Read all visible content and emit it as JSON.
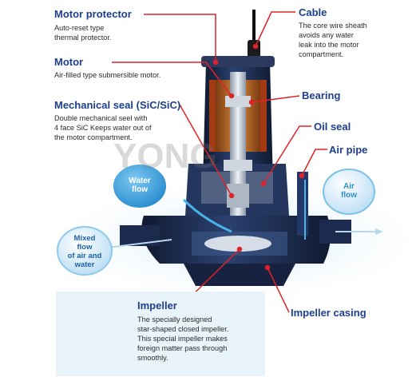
{
  "labels": {
    "motor_protector": {
      "title": "Motor protector",
      "desc": [
        "Auto-reset type",
        "thermal protector."
      ]
    },
    "motor": {
      "title": "Motor",
      "desc": [
        "Air-filled type submersible motor."
      ]
    },
    "mechanical_seal": {
      "title": "Mechanical seal (SiC/SiC)",
      "desc": [
        "Double mechanical seel with",
        "4 face SiC Keeps water out of",
        "the motor compartment."
      ]
    },
    "cable": {
      "title": "Cable",
      "desc": [
        "The core wire sheath",
        "avoids any water",
        "leak into the motor",
        "compartment."
      ]
    },
    "bearing": {
      "title": "Bearing"
    },
    "oil_seal": {
      "title": "Oil seal"
    },
    "air_pipe": {
      "title": "Air pipe"
    },
    "impeller": {
      "title": "Impeller",
      "desc": [
        "The specially designed",
        "star-shaped closed impeller.",
        "This special impeller makes",
        "foreign matter pass through",
        "smoothly."
      ]
    },
    "impeller_casing": {
      "title": "Impeller casing"
    }
  },
  "bubbles": {
    "water_flow": [
      "Water",
      "flow"
    ],
    "air_flow": [
      "Air",
      "flow"
    ],
    "mixed_flow": [
      "Mixed",
      "flow",
      "of air and",
      "water"
    ]
  },
  "watermark": "YONG",
  "colors": {
    "title_blue": "#1d3f8e",
    "leader_red": "#e0232a",
    "pump_navy": "#1c2a4e",
    "motor_copper": "#c9782c",
    "bubble_blue": "#3fa6e0",
    "mixed_bubble_fill": "#cde7f8"
  }
}
